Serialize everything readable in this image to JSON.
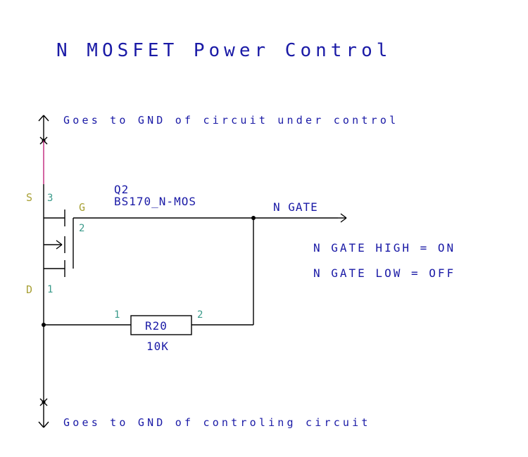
{
  "title": "N MOSFET Power Control",
  "top_note": "Goes to GND of circuit under control",
  "bottom_note": "Goes to GND of controling circuit",
  "mosfet": {
    "ref": "Q2",
    "value": "BS170_N-MOS",
    "pins": {
      "source": {
        "name": "S",
        "number": "3"
      },
      "gate": {
        "name": "G",
        "number": "2"
      },
      "drain": {
        "name": "D",
        "number": "1"
      }
    }
  },
  "resistor": {
    "ref": "R20",
    "value": "10K",
    "pin1": "1",
    "pin2": "2"
  },
  "net_label": "N GATE",
  "notes": {
    "gate_high": "N GATE HIGH = ON",
    "gate_low": "N GATE LOW = OFF"
  },
  "colors": {
    "text": "#1a1aa6",
    "pin_number": "#3a9a8a",
    "pin_name": "#a8a035",
    "wire": "#000000",
    "highlight_wire": "#c0247a"
  }
}
